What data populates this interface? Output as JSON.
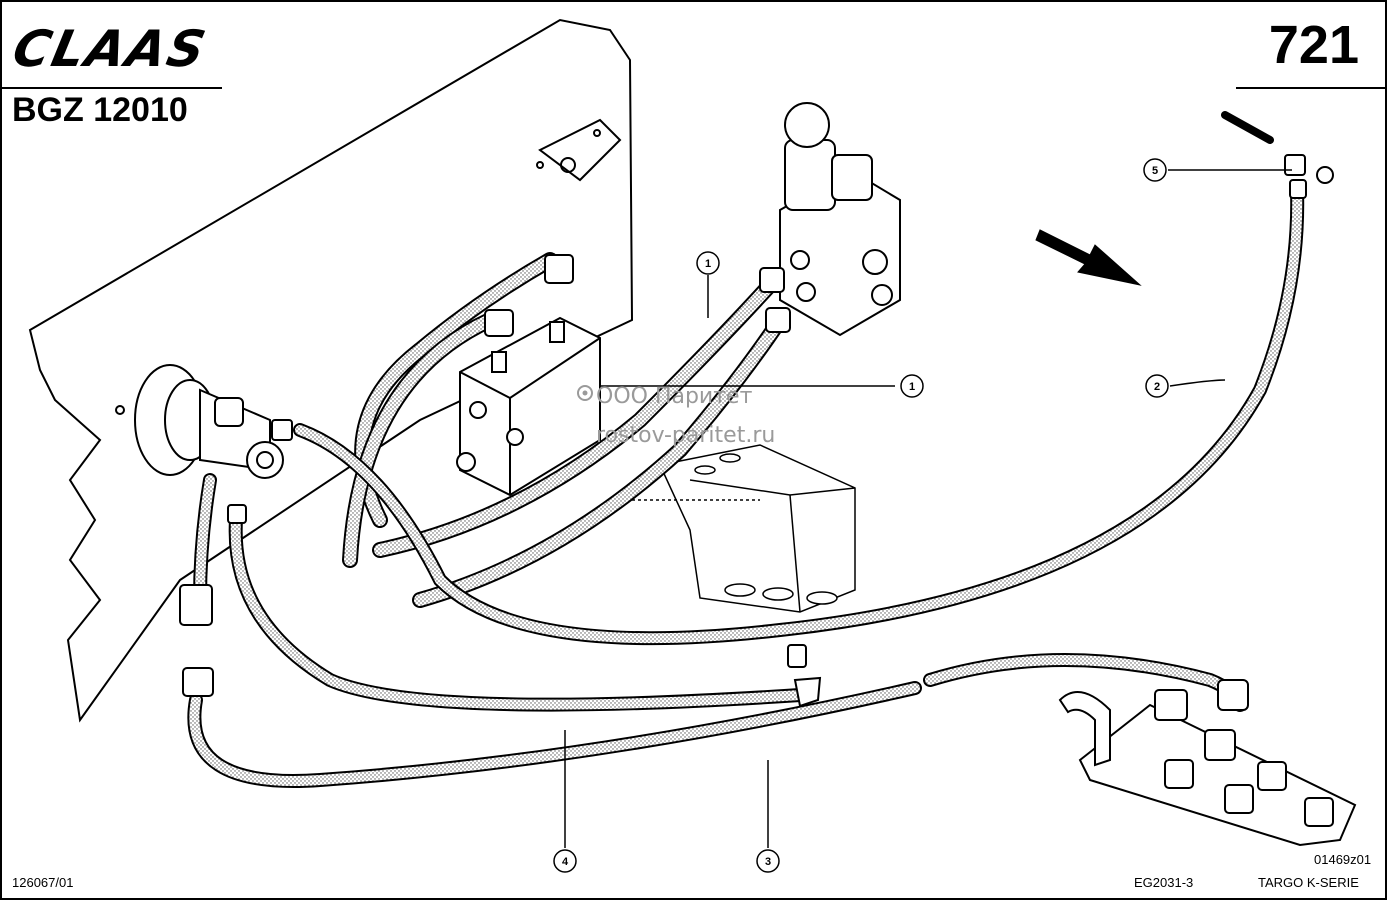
{
  "header": {
    "brand": "CLAAS",
    "page_number": "721",
    "group_code": "BGZ 12010"
  },
  "footer": {
    "doc_number": "126067/01",
    "drawing_ref": "EG2031-3",
    "series": "TARGO K-SERIE",
    "figure_code": "01469z01"
  },
  "watermark": {
    "company": "ООО Паритет",
    "site": "rostov-paritet.ru"
  },
  "callouts": [
    {
      "id": "callout-1-upper",
      "label": "1"
    },
    {
      "id": "callout-1-lower",
      "label": "1"
    },
    {
      "id": "callout-2",
      "label": "2"
    },
    {
      "id": "callout-3",
      "label": "3"
    },
    {
      "id": "callout-4",
      "label": "4"
    },
    {
      "id": "callout-5",
      "label": "5"
    }
  ]
}
